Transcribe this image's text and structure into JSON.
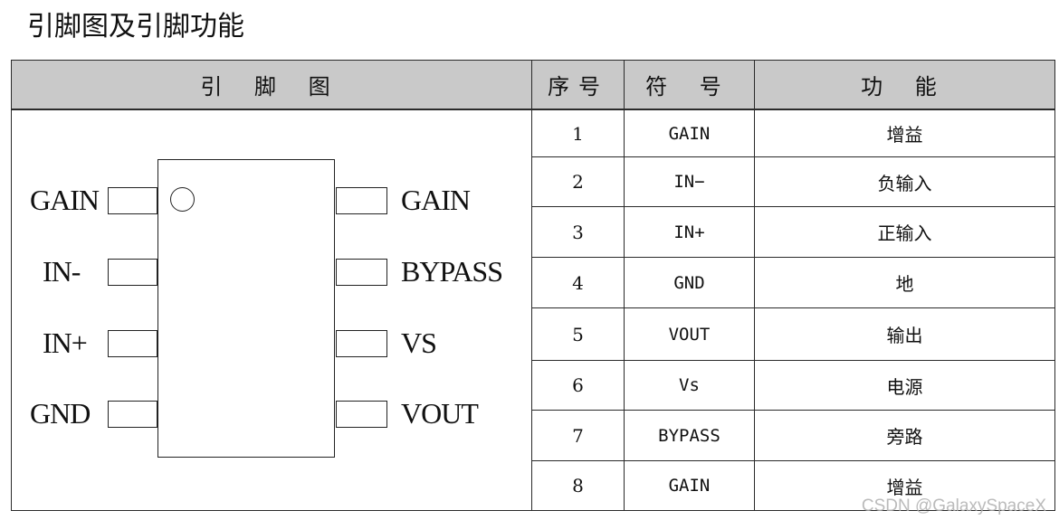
{
  "title": "引脚图及引脚功能",
  "table": {
    "headers": {
      "pin_diagram": "引 脚 图",
      "number": "序号",
      "symbol": "符 号",
      "function": "功 能"
    },
    "rows": [
      {
        "num": "1",
        "symbol": "GAIN",
        "function": "增益"
      },
      {
        "num": "2",
        "symbol": "IN−",
        "function": "负输入"
      },
      {
        "num": "3",
        "symbol": "IN+",
        "function": "正输入"
      },
      {
        "num": "4",
        "symbol": "GND",
        "function": "地"
      },
      {
        "num": "5",
        "symbol": "VOUT",
        "function": "输出"
      },
      {
        "num": "6",
        "symbol": "Vs",
        "function": "电源"
      },
      {
        "num": "7",
        "symbol": "BYPASS",
        "function": "旁路"
      },
      {
        "num": "8",
        "symbol": "GAIN",
        "function": "增益"
      }
    ]
  },
  "chip": {
    "left_pins": [
      "GAIN",
      "IN-",
      "IN+",
      "GND"
    ],
    "right_pins": [
      "GAIN",
      "BYPASS",
      "VS",
      "VOUT"
    ]
  },
  "watermark": "CSDN @GalaxySpaceX"
}
